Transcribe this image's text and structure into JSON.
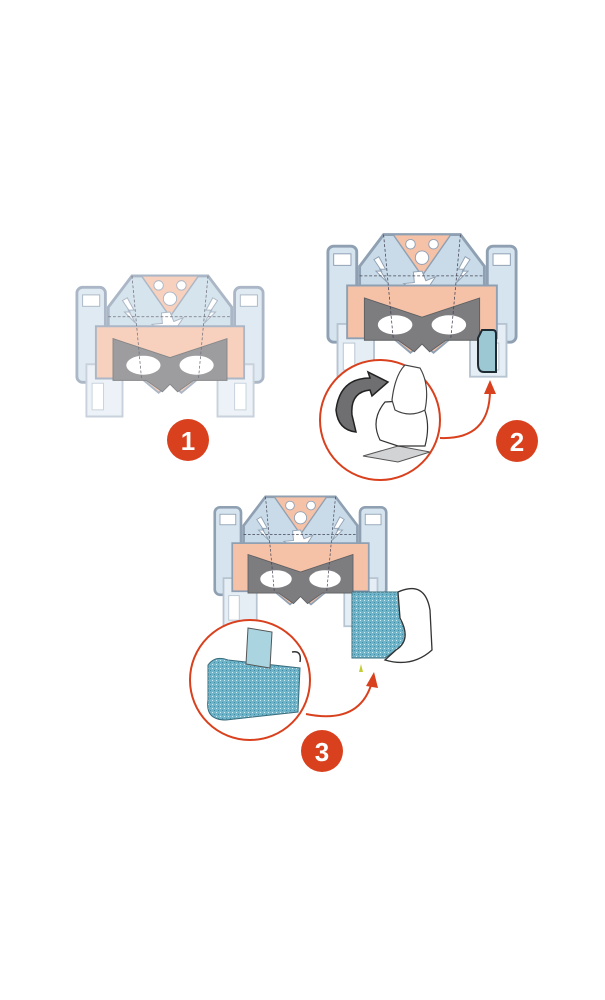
{
  "colors": {
    "badge": "#d9411e",
    "outline": "#8fa0b3",
    "light_blue": "#d6e4ef",
    "peach": "#f5c2a8",
    "grey": "#7d7d80",
    "glitter": "#7fc2d4"
  },
  "steps": [
    {
      "number": "1",
      "icon": "mask-assembly-step-1"
    },
    {
      "number": "2",
      "icon": "peel-sticker-step-2"
    },
    {
      "number": "3",
      "icon": "apply-glitter-step-3"
    }
  ]
}
